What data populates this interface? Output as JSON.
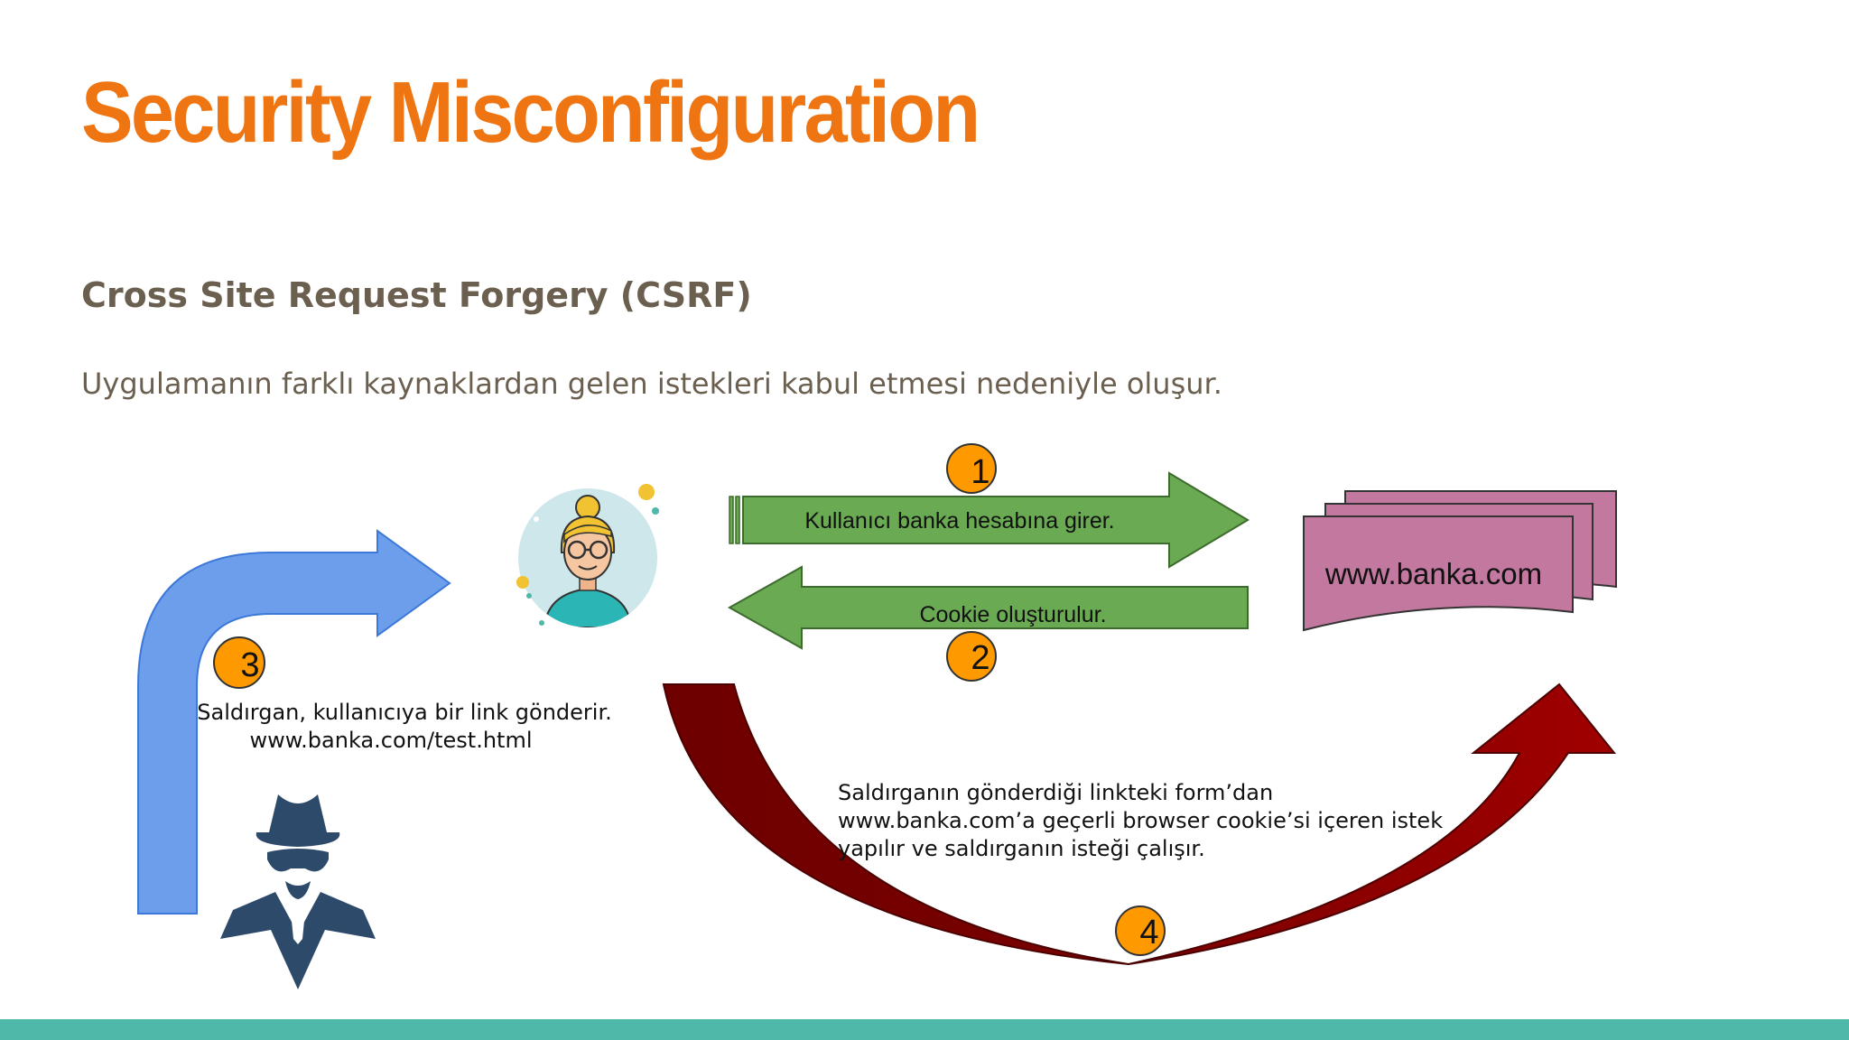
{
  "slide": {
    "title": "Security Misconfiguration",
    "subtitle": "Cross Site Request Forgery (CSRF)",
    "description": "Uygulamanın farklı kaynaklardan gelen istekleri kabul etmesi nedeniyle oluşur."
  },
  "diagram": {
    "steps": [
      {
        "number": "1",
        "label": "Kullanıcı banka hesabına girer."
      },
      {
        "number": "2",
        "label": "Cookie oluşturulur."
      },
      {
        "number": "3",
        "label_line1": "Saldırgan, kullanıcıya bir link gönderir.",
        "label_line2": "www.banka.com/test.html"
      },
      {
        "number": "4",
        "label_line1": "Saldırganın gönderdiği linkteki form’dan",
        "label_line2": "www.banka.com’a geçerli browser cookie’si içeren istek",
        "label_line3": "yapılır ve saldırganın isteği çalışır."
      }
    ],
    "server_label": "www.banka.com",
    "icons": [
      "user-avatar-icon",
      "attacker-spy-icon",
      "document-stack-icon"
    ]
  },
  "colors": {
    "title": "#ee7512",
    "text": "#6b6050",
    "green_arrow": "#6aaa52",
    "blue_arrow": "#6d9eeb",
    "red_arrow": "#8e0000",
    "badge": "#ff9900",
    "server": "#c2789f",
    "bottom_bar": "#4fb8a8"
  }
}
